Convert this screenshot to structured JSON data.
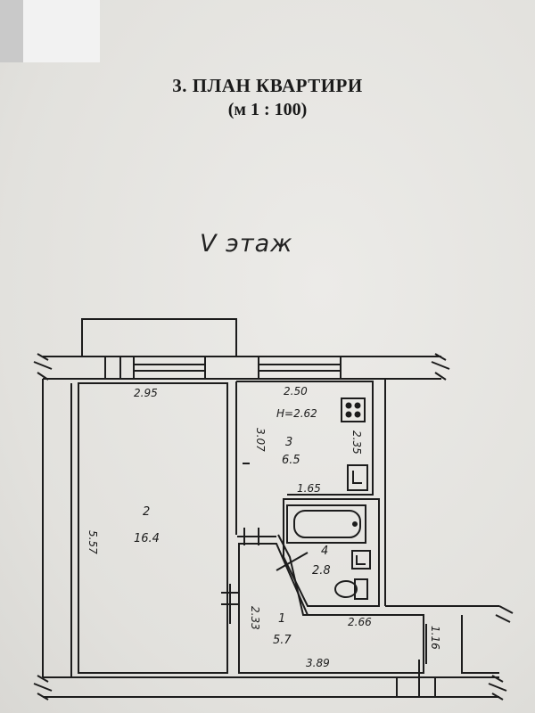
{
  "header": {
    "title": "3. ПЛАН КВАРТИРИ",
    "scale": "(м 1 : 100)"
  },
  "floor_label": "V этаж",
  "rooms": {
    "room1": {
      "number": "1",
      "area": "5.7"
    },
    "room2": {
      "number": "2",
      "area": "16.4"
    },
    "room3": {
      "number": "3",
      "area": "6.5"
    },
    "room4": {
      "number": "4",
      "area": "2.8"
    }
  },
  "dimensions": {
    "room2_width": "2.95",
    "room2_length": "5.57",
    "room3_width": "2.50",
    "room3_length": "3.07",
    "room3_side": "2.35",
    "room3_bottom": "1.65",
    "room4_width": "2.66",
    "room1_side": "2.33",
    "room1_width": "3.89",
    "right_side": "1.16",
    "ceiling_height": "H=2.62"
  },
  "colors": {
    "ink": "#1c1c1c",
    "paper": "#e6e6e3"
  }
}
